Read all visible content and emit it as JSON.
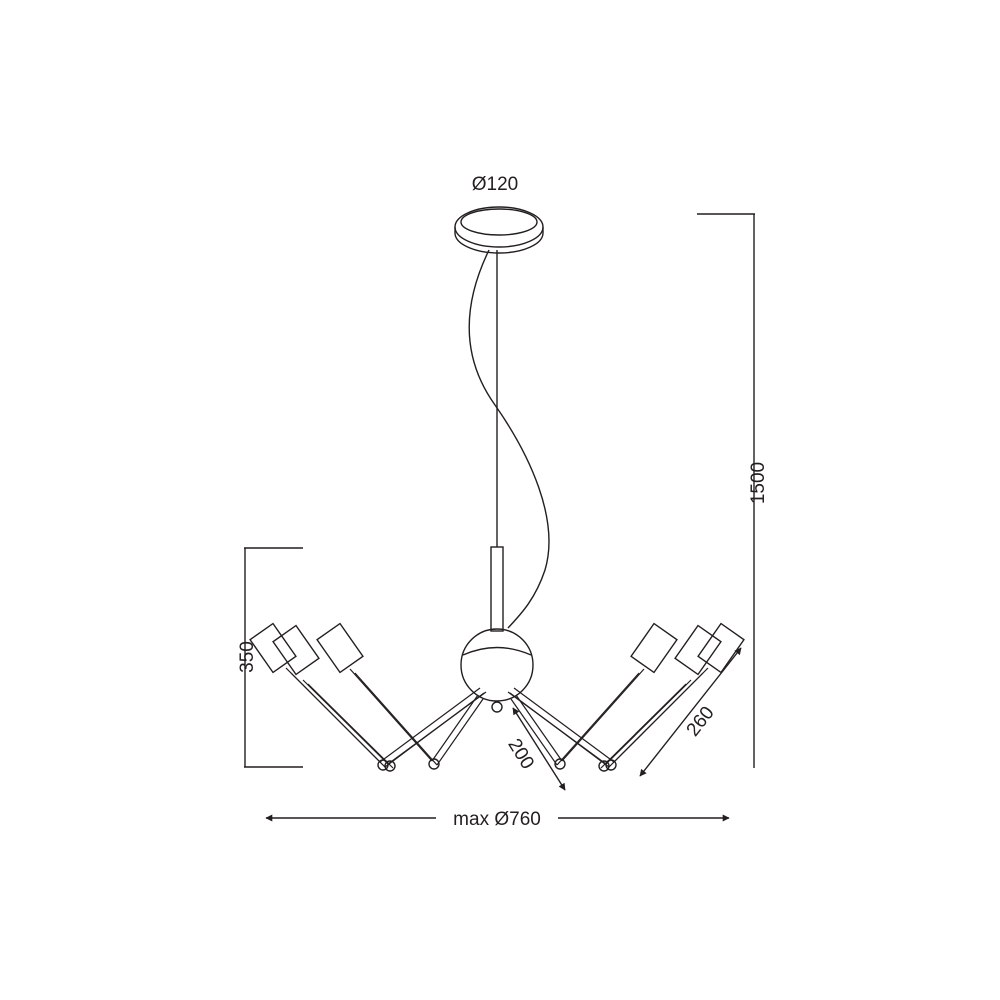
{
  "dimensions": {
    "canopy_diameter": "Ø120",
    "overall_height": "1500",
    "body_height": "350",
    "arm_length": "260",
    "inner_arm_length": "200",
    "max_diameter": "max Ø760"
  },
  "colors": {
    "line": "#231f20",
    "background": "#ffffff"
  }
}
